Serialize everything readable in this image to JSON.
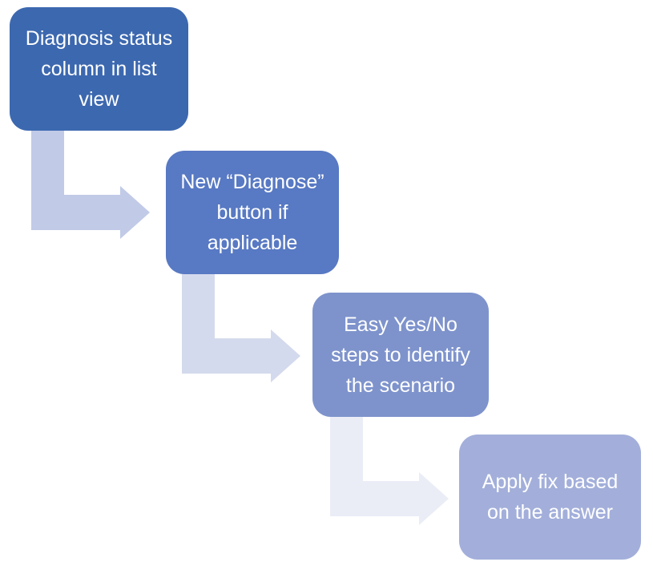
{
  "diagram": {
    "type": "step-down-process",
    "text_color": "#FFFFFF",
    "background_color": "#FFFFFF",
    "steps": [
      {
        "lines": [
          "Diagnosis status",
          "column in list",
          "view"
        ],
        "fill": "#3C68AF"
      },
      {
        "lines": [
          "New “Diagnose”",
          "button if",
          "applicable"
        ],
        "fill": "#5879C3"
      },
      {
        "lines": [
          "Easy Yes/No",
          "steps to identify",
          "the scenario"
        ],
        "fill": "#7E93CC"
      },
      {
        "lines": [
          "Apply fix based",
          "on the answer"
        ],
        "fill": "#A3AFDA"
      }
    ],
    "connectors": [
      {
        "name": "elbow-arrow-1",
        "fill": "#C1CAE7"
      },
      {
        "name": "elbow-arrow-2",
        "fill": "#D4DAED"
      },
      {
        "name": "elbow-arrow-3",
        "fill": "#EAEDF6"
      }
    ]
  }
}
